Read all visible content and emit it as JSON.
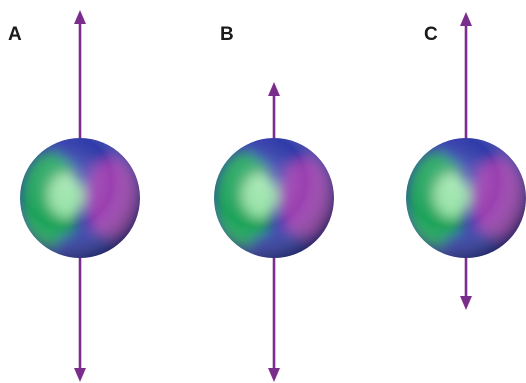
{
  "panels": [
    {
      "id": "A",
      "label": "A",
      "dipole_up": 1.0,
      "dipole_down": 1.0
    },
    {
      "id": "B",
      "label": "B",
      "dipole_up": 0.45,
      "dipole_down": 1.0
    },
    {
      "id": "C",
      "label": "C",
      "dipole_up": 1.0,
      "dipole_down": 0.42
    }
  ],
  "colors": {
    "arrow": "#7b2d8e",
    "sphere_green": "#1fa35a",
    "sphere_blue": "#2f3aa8",
    "sphere_purple": "#9a3fb0",
    "sphere_light": "#8fe0a0"
  }
}
